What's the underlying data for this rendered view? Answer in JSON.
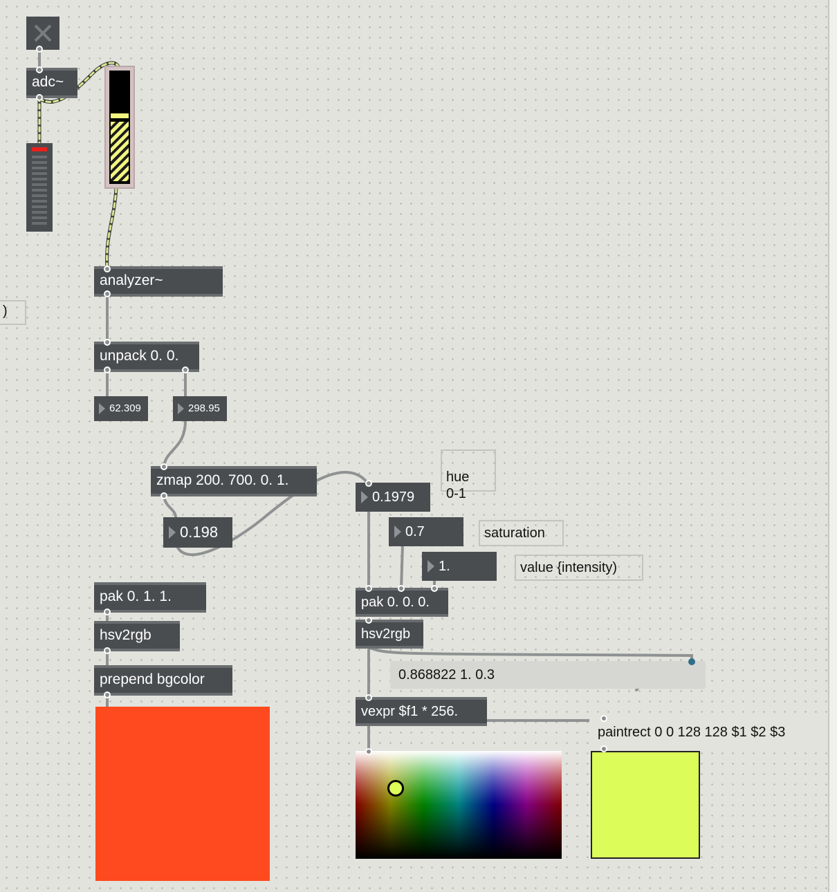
{
  "objects": {
    "adc": "adc~",
    "analyzer": "analyzer~",
    "unpack": "unpack 0. 0.",
    "zmap": "zmap 200. 700. 0. 1.",
    "pak_left": "pak 0. 1. 1.",
    "hsv2rgb_left": "hsv2rgb",
    "prepend": "prepend bgcolor",
    "pak_right": "pak 0. 0. 0.",
    "hsv2rgb_right": "hsv2rgb",
    "vexpr": "vexpr $f1 * 256."
  },
  "numbers": {
    "pitch": "62.309",
    "frequency": "298.95",
    "zmap_out": "0.198",
    "hue": "0.1979",
    "saturation": "0.7",
    "value": "1."
  },
  "comments": {
    "hue": "hue\n0-1",
    "saturation": "saturation",
    "value": "value {intensity)",
    "left_edge": ")"
  },
  "messages": {
    "rgb_list": "0.868822 1. 0.3",
    "paintrect": "paintrect 0 0 128 128 $1 $2 $3"
  },
  "colors": {
    "bgcolor_panel": "#fe4a1e",
    "lcd_fill": "#dcfc5a",
    "object_bg": "#4a4d50",
    "signal_patchcord": "#d7e890",
    "canvas_bg": "#e3e3dd"
  },
  "icons": {
    "toggle": "x-icon"
  }
}
